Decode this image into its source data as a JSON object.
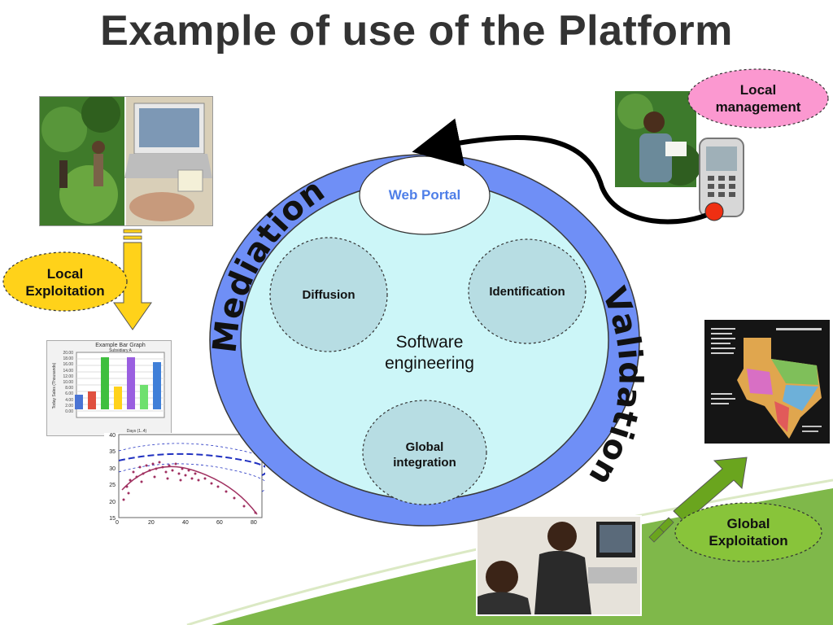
{
  "title": "Example of use of the Platform",
  "center": {
    "portal": "Web Portal",
    "core": "Software engineering",
    "core_line1": "Software",
    "core_line2": "engineering",
    "modules": {
      "diffusion": "Diffusion",
      "identification": "Identification",
      "global_integration_1": "Global",
      "global_integration_2": "integration"
    },
    "ring_left": "Mediation",
    "ring_right": "Validation"
  },
  "callouts": {
    "local_management_1": "Local",
    "local_management_2": "management",
    "local_exploitation_1": "Local",
    "local_exploitation_2": "Exploitation",
    "global_exploitation_1": "Global",
    "global_exploitation_2": "Exploitation"
  },
  "bar_graph": {
    "title": "Example Bar Graph",
    "subtitle": "Subsidiary A",
    "ylabel": "Today Sales (Thousands)",
    "xlabel": "Days (1..4)",
    "ticks": [
      "20.00",
      "18.00",
      "16.00",
      "14.00",
      "12.00",
      "10.00",
      "8.00",
      "6.00",
      "4.00",
      "2.00",
      "0.00"
    ]
  },
  "scatter_plot": {
    "y_ticks": [
      "40",
      "35",
      "30",
      "25",
      "20",
      "15"
    ],
    "x_ticks": [
      "0",
      "20",
      "40",
      "60",
      "80"
    ]
  },
  "colors": {
    "ring": "#6f8ff6",
    "inner": "#ccf6f8",
    "module": "#b7dde3",
    "pink": "#fb98d0",
    "yellow": "#ffd21a",
    "green": "#88c43a",
    "portal_text": "#4f7fe8"
  }
}
